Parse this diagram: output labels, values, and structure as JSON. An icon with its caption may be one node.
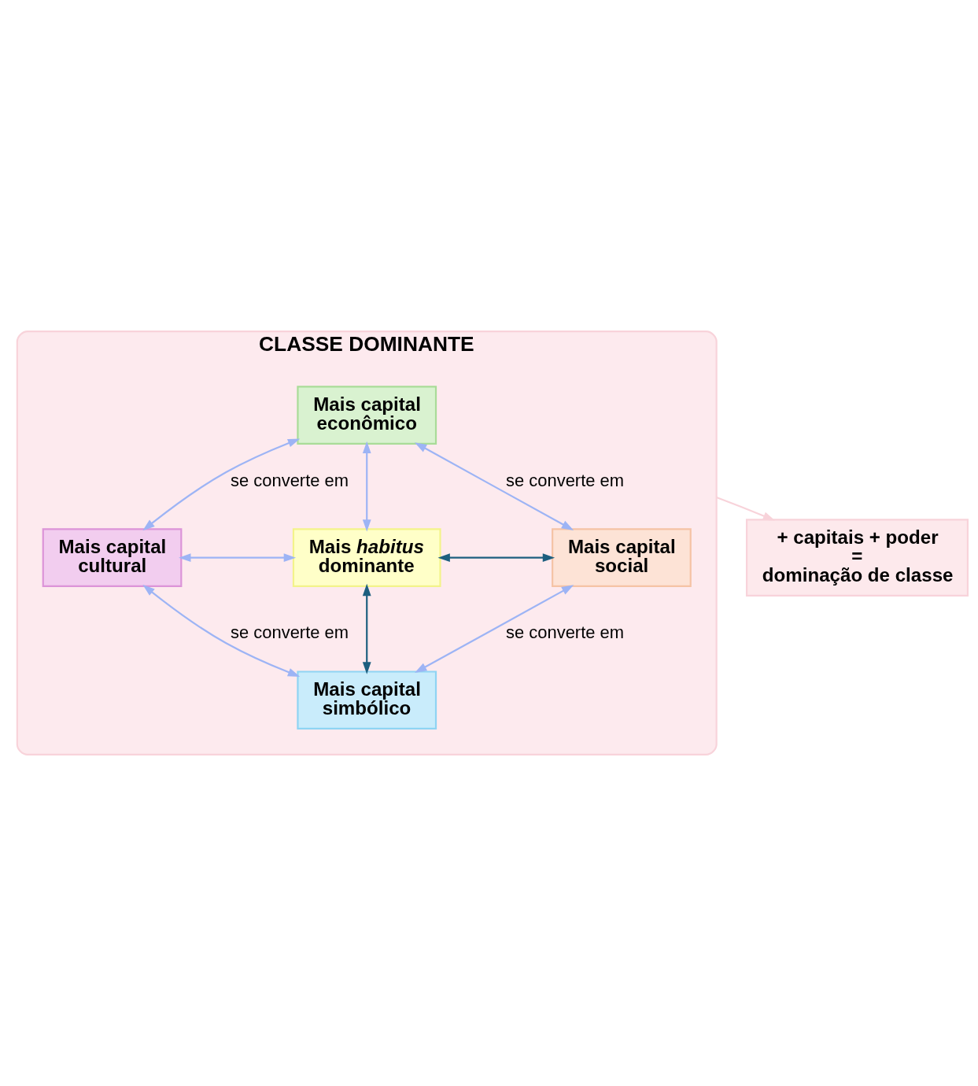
{
  "diagram": {
    "nodes": [
      {
        "text": [
          "CLASSE DOMINANTE"
        ]
      },
      {
        "text": [
          "Mais capital econômico"
        ],
        "in": 0
      },
      {
        "text": [
          "Mais capital cultural"
        ],
        "in": 0
      },
      {
        "text": [
          "Mais *habitus* dominante"
        ],
        "in": 0
      },
      {
        "text": [
          "Mais capital social"
        ],
        "in": 0
      },
      {
        "text": [
          "Mais capital simbólico"
        ],
        "in": 0
      },
      {
        "text": [
          "+ capitais + poder",
          "=",
          "dominação de classe"
        ]
      }
    ],
    "edges": [
      {
        "from": 1,
        "to": 2,
        "arrow": "both",
        "label": "se converte em"
      },
      {
        "from": 1,
        "to": 4,
        "arrow": "both",
        "label": "se converte em"
      },
      {
        "from": 1,
        "to": 3,
        "arrow": "both"
      },
      {
        "from": 2,
        "to": 3,
        "arrow": "both"
      },
      {
        "from": 3,
        "to": 4,
        "arrow": "both",
        "color": "#1d5f7f"
      },
      {
        "from": 3,
        "to": 5,
        "arrow": "both",
        "color": "#1d5f7f"
      },
      {
        "from": 2,
        "to": 5,
        "arrow": "both",
        "label": "se converte em"
      },
      {
        "from": 4,
        "to": 5,
        "arrow": "both",
        "label": "se converte em"
      },
      {
        "from": 0,
        "to": 6,
        "arrow": "to",
        "color": "#f8d3da"
      }
    ]
  }
}
